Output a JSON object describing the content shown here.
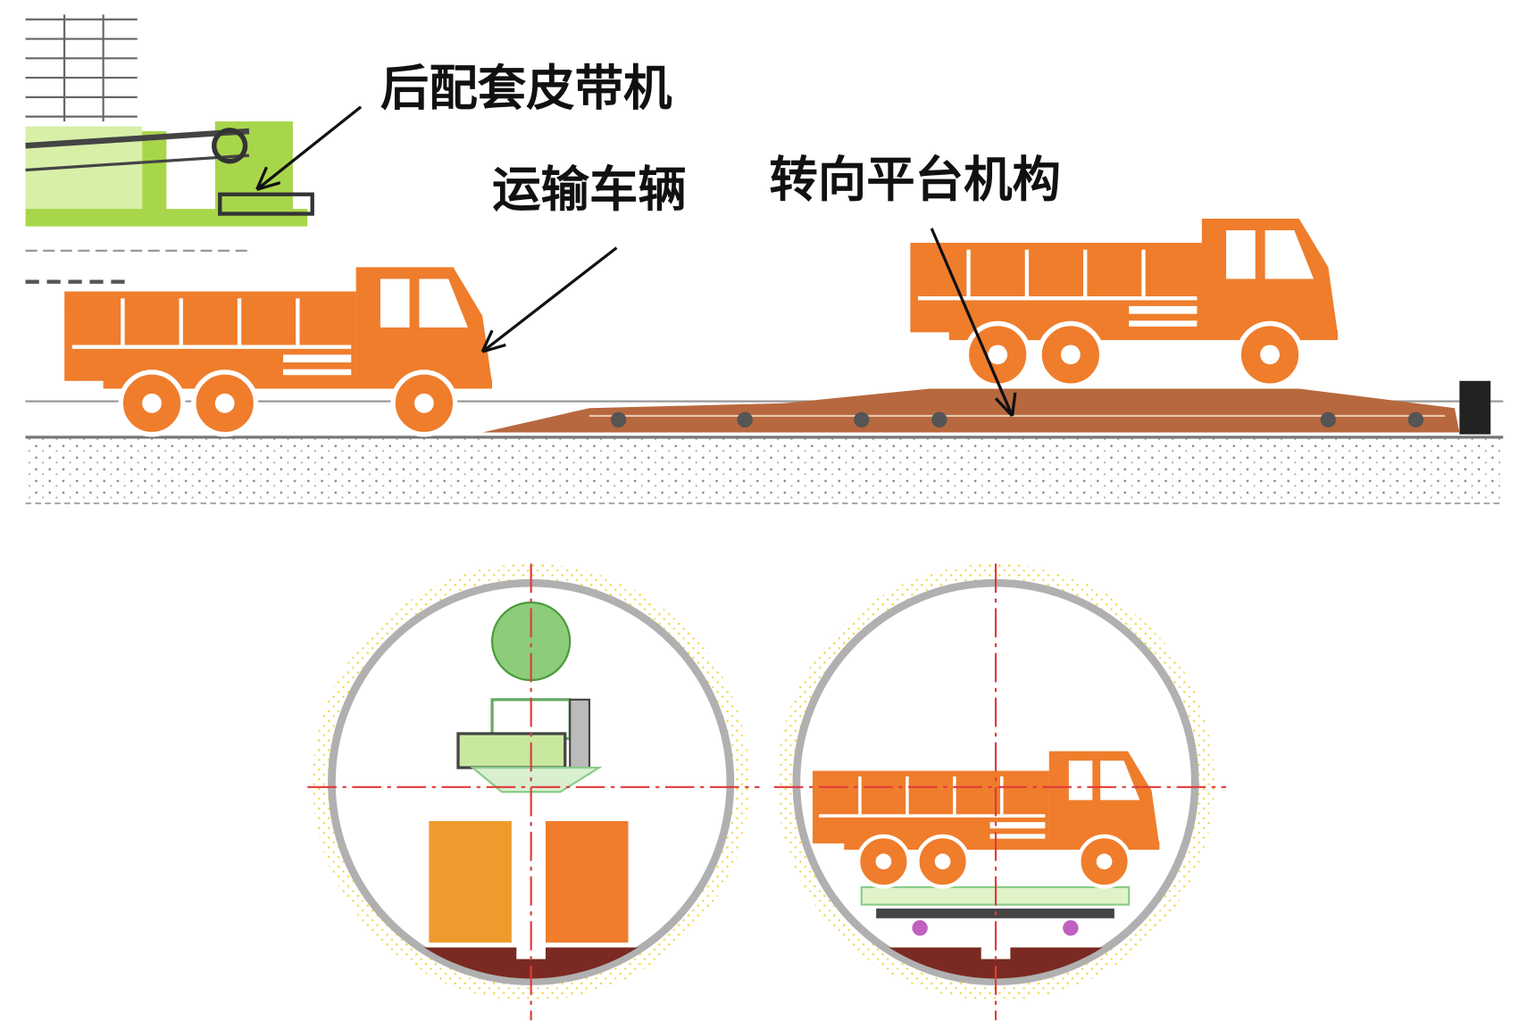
{
  "labels": {
    "conveyor": "后配套皮带机",
    "vehicle": "运输车辆",
    "turntable": "转向平台机构"
  },
  "colors": {
    "truck": "#ef7d2c",
    "conveyor": "#a8d64a",
    "platform": "#b8683e",
    "invert": "#7a2a22",
    "centerline": "#e23a3a",
    "ring": "#b0b0b0",
    "grout": "#f2dc50"
  }
}
